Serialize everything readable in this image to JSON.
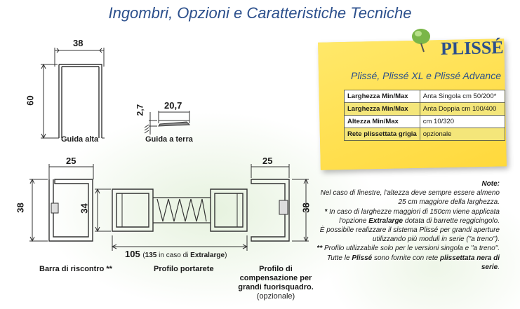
{
  "title": "Ingombri, Opzioni e Caratteristiche Tecniche",
  "colors": {
    "title": "#2b4f8c",
    "card": "#ffe14f",
    "drawing": "#333333",
    "accent_green": "#7ab648"
  },
  "drawings": {
    "guida_alta": {
      "width_dim": "38",
      "height_dim": "60",
      "label": "Guida alta"
    },
    "guida_terra": {
      "height_dim": "2,7",
      "width_dim": "20,7",
      "label": "Guida a terra"
    },
    "barra_riscontro": {
      "width_dim": "25",
      "height_dim": "38",
      "label": "Barra di riscontro **"
    },
    "profilo_portarete": {
      "height_dim": "34",
      "width_dim": "105",
      "width_note_prefix": "(",
      "width_note_num": "135",
      "width_note_mid": " in caso di ",
      "width_note_bold": "Extralarge",
      "width_note_suffix": ")",
      "label": "Profilo portarete"
    },
    "profilo_compensazione": {
      "width_dim": "25",
      "height_dim": "38",
      "label_line1": "Profilo di",
      "label_line2": "compensazione per",
      "label_line3": "grandi fuorisquadro.",
      "label_line4": "(opzionale)"
    }
  },
  "card": {
    "brand": "PLISSÉ",
    "subtitle": "Plissé, Plissé XL e Plissé Advance",
    "specs": [
      {
        "key": "Larghezza Min/Max",
        "value": "Anta Singola cm 50/200*"
      },
      {
        "key": "Larghezza Min/Max",
        "value": "Anta Doppia cm 100/400"
      },
      {
        "key": "Altezza Min/Max",
        "value": "cm 10/320"
      },
      {
        "key": "Rete plissettata grigia",
        "value": "opzionale"
      }
    ]
  },
  "notes": {
    "heading": "Note:",
    "p1": "Nel caso di finestre, l'altezza deve sempre essere almeno 25 cm maggiore della larghezza.",
    "p2_star": "* ",
    "p2_a": "In caso di larghezze maggiori di 150cm viene applicata l'opzione ",
    "p2_bold": "Extralarge",
    "p2_b": " dotata di barrette reggicingolo.",
    "p3": "È possibile realizzare il sistema Plissé per grandi aperture utilizzando più moduli in serie (\"a treno\").",
    "p4_star": "** ",
    "p4": "Profilo utilizzabile  solo per le versioni singola e \"a treno\".",
    "p5_a": "Tutte le ",
    "p5_bold1": "Plissé",
    "p5_b": " sono fornite con rete ",
    "p5_bold2": "plissettata nera di serie",
    "p5_c": "."
  }
}
